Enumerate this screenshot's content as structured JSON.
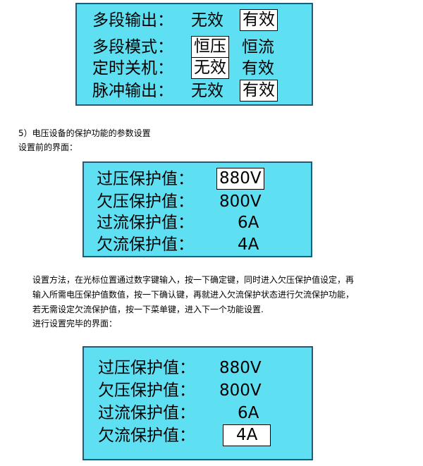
{
  "panel1": {
    "rows": [
      {
        "label": "多段输出：",
        "a": "无效",
        "b": "有效"
      },
      {
        "label": "多段模式：",
        "a": "恒压",
        "b": "恒流"
      },
      {
        "label": "定时关机：",
        "a": "无效",
        "b": "有效"
      },
      {
        "label": "脉冲输出：",
        "a": "无效",
        "b": "有效"
      }
    ]
  },
  "section_title": "5）电压设备的保护功能的参数设置",
  "before_label": "设置前的界面：",
  "panel2": {
    "rows": [
      {
        "label": "过压保护值：",
        "value": "880V"
      },
      {
        "label": "欠压保护值：",
        "value": "800V"
      },
      {
        "label": "过流保护值：",
        "value": "6A"
      },
      {
        "label": "欠流保护值：",
        "value": "4A"
      }
    ]
  },
  "method": {
    "line1": "设置方法，在光标位置通过数字键输入，按一下确定键，同时进入欠压保护值设定，再",
    "line2": "输入所需电压保护值数值，按一下确认键，再就进入欠流保护状态进行欠流保护功能，",
    "line3": "若无需设定欠流保护值，按一下菜单键，进入下一个功能设置.",
    "line4": "进行设置完毕的界面："
  },
  "panel3": {
    "rows": [
      {
        "label": "过压保护值：",
        "value": "880V"
      },
      {
        "label": "欠压保护值：",
        "value": "800V"
      },
      {
        "label": "过流保护值：",
        "value": "6A"
      },
      {
        "label": "欠流保护值：",
        "value": "4A"
      }
    ]
  },
  "colors": {
    "lcd_background": "#5ee0f2",
    "lcd_border": "#1d5c7a"
  }
}
